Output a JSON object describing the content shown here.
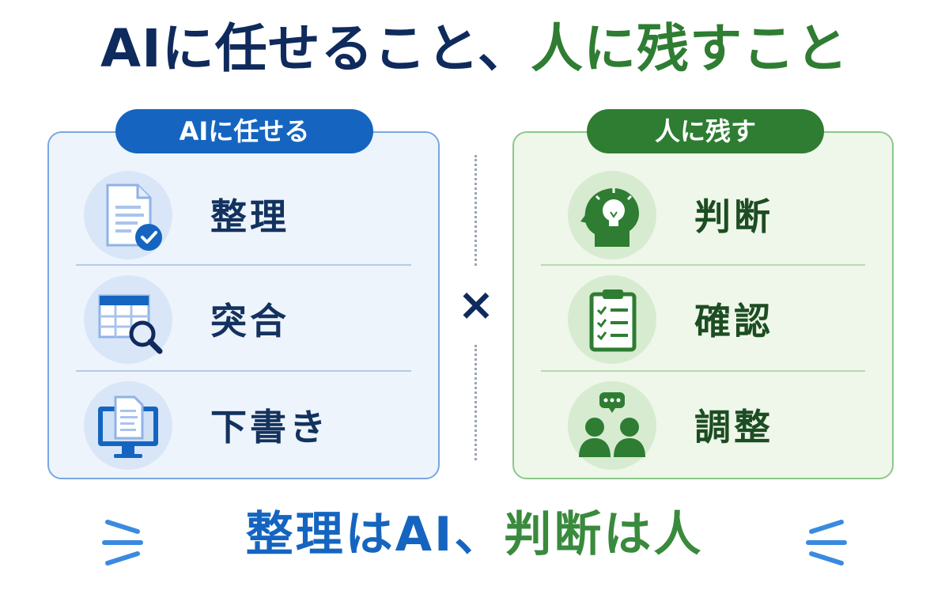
{
  "title": {
    "part1": "AIに任せること、",
    "part2": "人に残すこと"
  },
  "left_panel": {
    "heading": "AIに任せる",
    "items": [
      {
        "label": "整理",
        "icon": "document-check-icon"
      },
      {
        "label": "突合",
        "icon": "spreadsheet-search-icon"
      },
      {
        "label": "下書き",
        "icon": "monitor-document-icon"
      }
    ]
  },
  "right_panel": {
    "heading": "人に残す",
    "items": [
      {
        "label": "判断",
        "icon": "head-lightbulb-icon"
      },
      {
        "label": "確認",
        "icon": "clipboard-checklist-icon"
      },
      {
        "label": "調整",
        "icon": "people-speech-icon"
      }
    ]
  },
  "center_symbol": "×",
  "bottom": {
    "part1": "整理はAI、",
    "part2": "判断は人"
  },
  "colors": {
    "navy": "#0f2a5c",
    "blue": "#1565c0",
    "green": "#2e7d32",
    "left_panel_bg": "#eef4fc",
    "right_panel_bg": "#eef7ea"
  }
}
